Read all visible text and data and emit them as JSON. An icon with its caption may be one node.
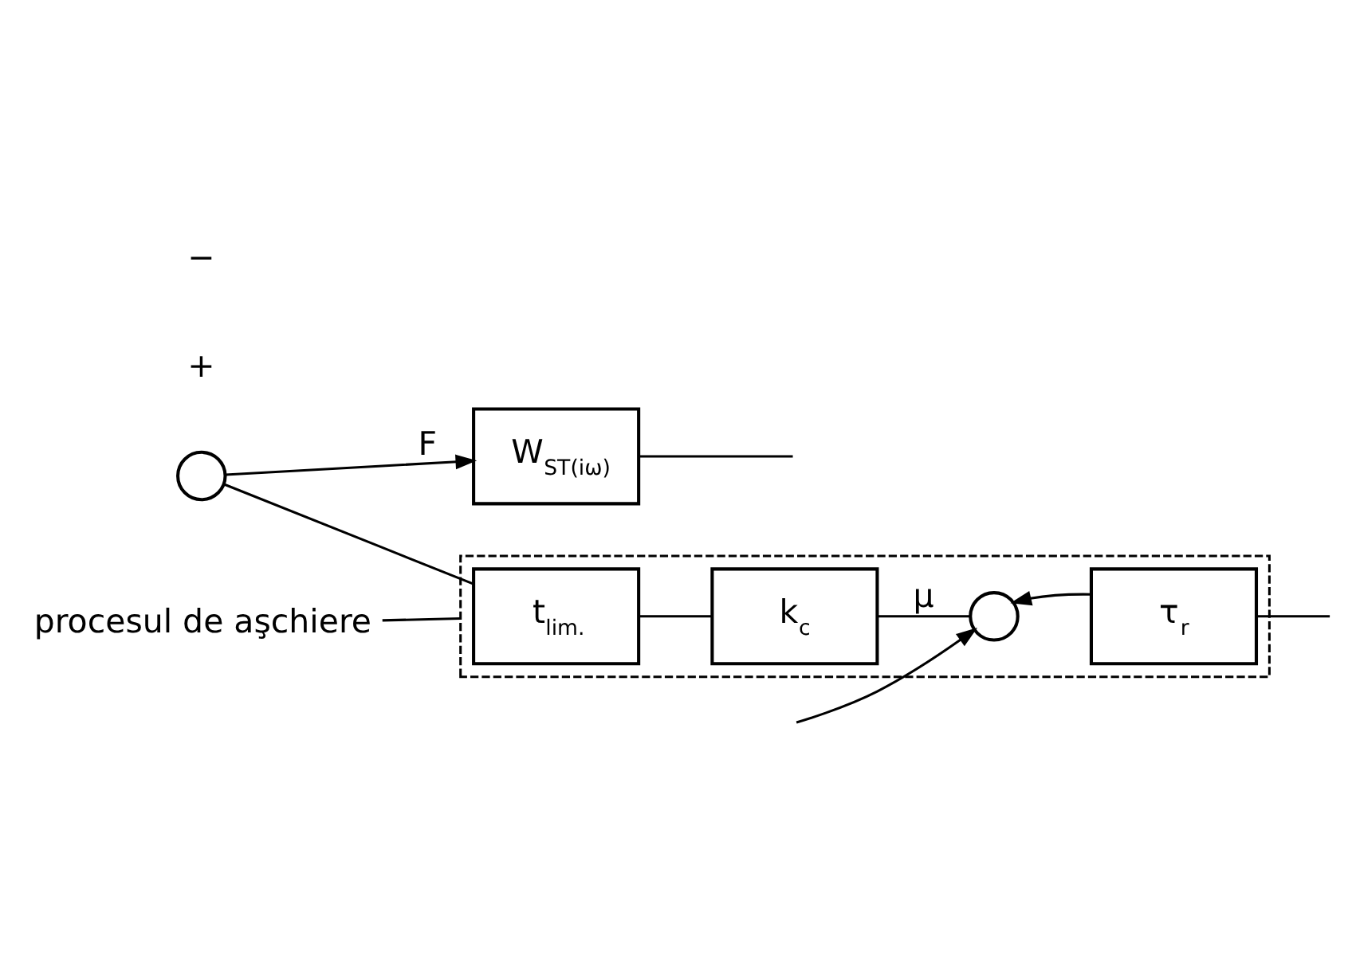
{
  "diagram": {
    "nodes": [
      {
        "text": [],
        "shape": "circle"
      },
      {
        "text": [
          "W$_{ST(iω)}$"
        ]
      },
      {
        "text": [],
        "shape": "box"
      },
      {
        "text": [
          "t$_{lim.}$"
        ],
        "in": 2
      },
      {
        "text": [
          "k$_{c}$"
        ],
        "in": 2
      },
      {
        "text": [],
        "shape": "circle",
        "in": 2
      },
      {
        "text": [
          "τ$_{r}$"
        ],
        "in": 2
      },
      {
        "text": [
          "procesul de aşchiere"
        ]
      }
    ],
    "edges": [
      {
        "from": 0,
        "to": 1,
        "arrow": "to",
        "label": "F"
      },
      {
        "from": 1,
        "to": null,
        "arrow": "none"
      },
      {
        "from": 0,
        "to": 3,
        "arrow": "none"
      },
      {
        "from": 3,
        "to": 4,
        "arrow": "none"
      },
      {
        "from": 4,
        "to": 5,
        "arrow": "none",
        "label": "μ"
      },
      {
        "from": 6,
        "to": 5,
        "arrow": "to"
      },
      {
        "from": null,
        "to": 5,
        "arrow": "to"
      },
      {
        "from": 6,
        "to": null,
        "arrow": "none"
      },
      {
        "from": 7,
        "to": 2,
        "arrow": "none"
      }
    ],
    "labels": [
      "+",
      "−"
    ]
  }
}
